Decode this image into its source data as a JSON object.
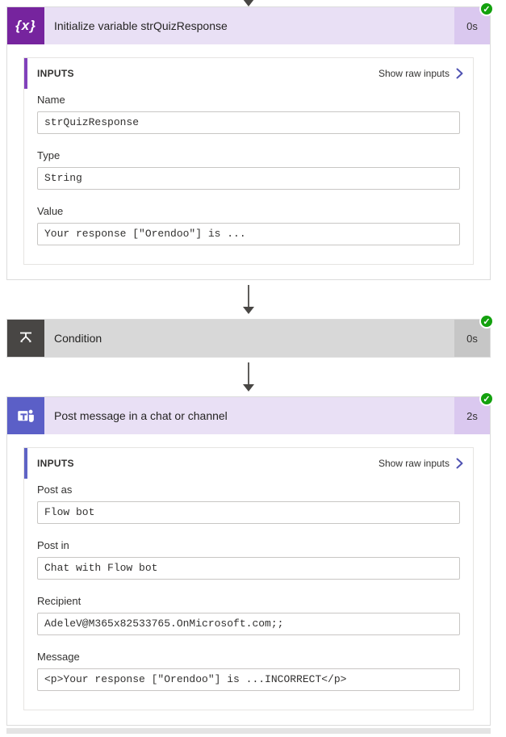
{
  "status": {
    "check_glyph": "✓"
  },
  "icons": {
    "variable_glyph": "{x}"
  },
  "colors": {
    "success_green": "#13a10e",
    "variable_tile": "#76249e",
    "condition_tile": "#484644",
    "teams_tile": "#5b5fc7",
    "purple_header": "#e9e0f5",
    "purple_duration_strip": "#dac8ef",
    "gray_header": "#d8d8d8",
    "gray_duration_strip": "#c6c6c6",
    "inputs_accent_variable": "#8141bb",
    "inputs_accent_teams": "#5f63c5",
    "chevron": "#4f52b2"
  },
  "cards": [
    {
      "title": "Initialize variable strQuizResponse",
      "duration": "0s",
      "inputs": {
        "header": "INPUTS",
        "show_raw_label": "Show raw inputs",
        "fields": [
          {
            "label": "Name",
            "value": "strQuizResponse"
          },
          {
            "label": "Type",
            "value": "String"
          },
          {
            "label": "Value",
            "value": "Your response [\"Orendoo\"] is ..."
          }
        ]
      }
    },
    {
      "title": "Condition",
      "duration": "0s"
    },
    {
      "title": "Post message in a chat or channel",
      "duration": "2s",
      "inputs": {
        "header": "INPUTS",
        "show_raw_label": "Show raw inputs",
        "fields": [
          {
            "label": "Post as",
            "value": "Flow bot"
          },
          {
            "label": "Post in",
            "value": "Chat with Flow bot"
          },
          {
            "label": "Recipient",
            "value": "AdeleV@M365x82533765.OnMicrosoft.com;;"
          },
          {
            "label": "Message",
            "value": "<p>Your response [\"Orendoo\"] is ...INCORRECT</p>"
          }
        ]
      }
    }
  ]
}
